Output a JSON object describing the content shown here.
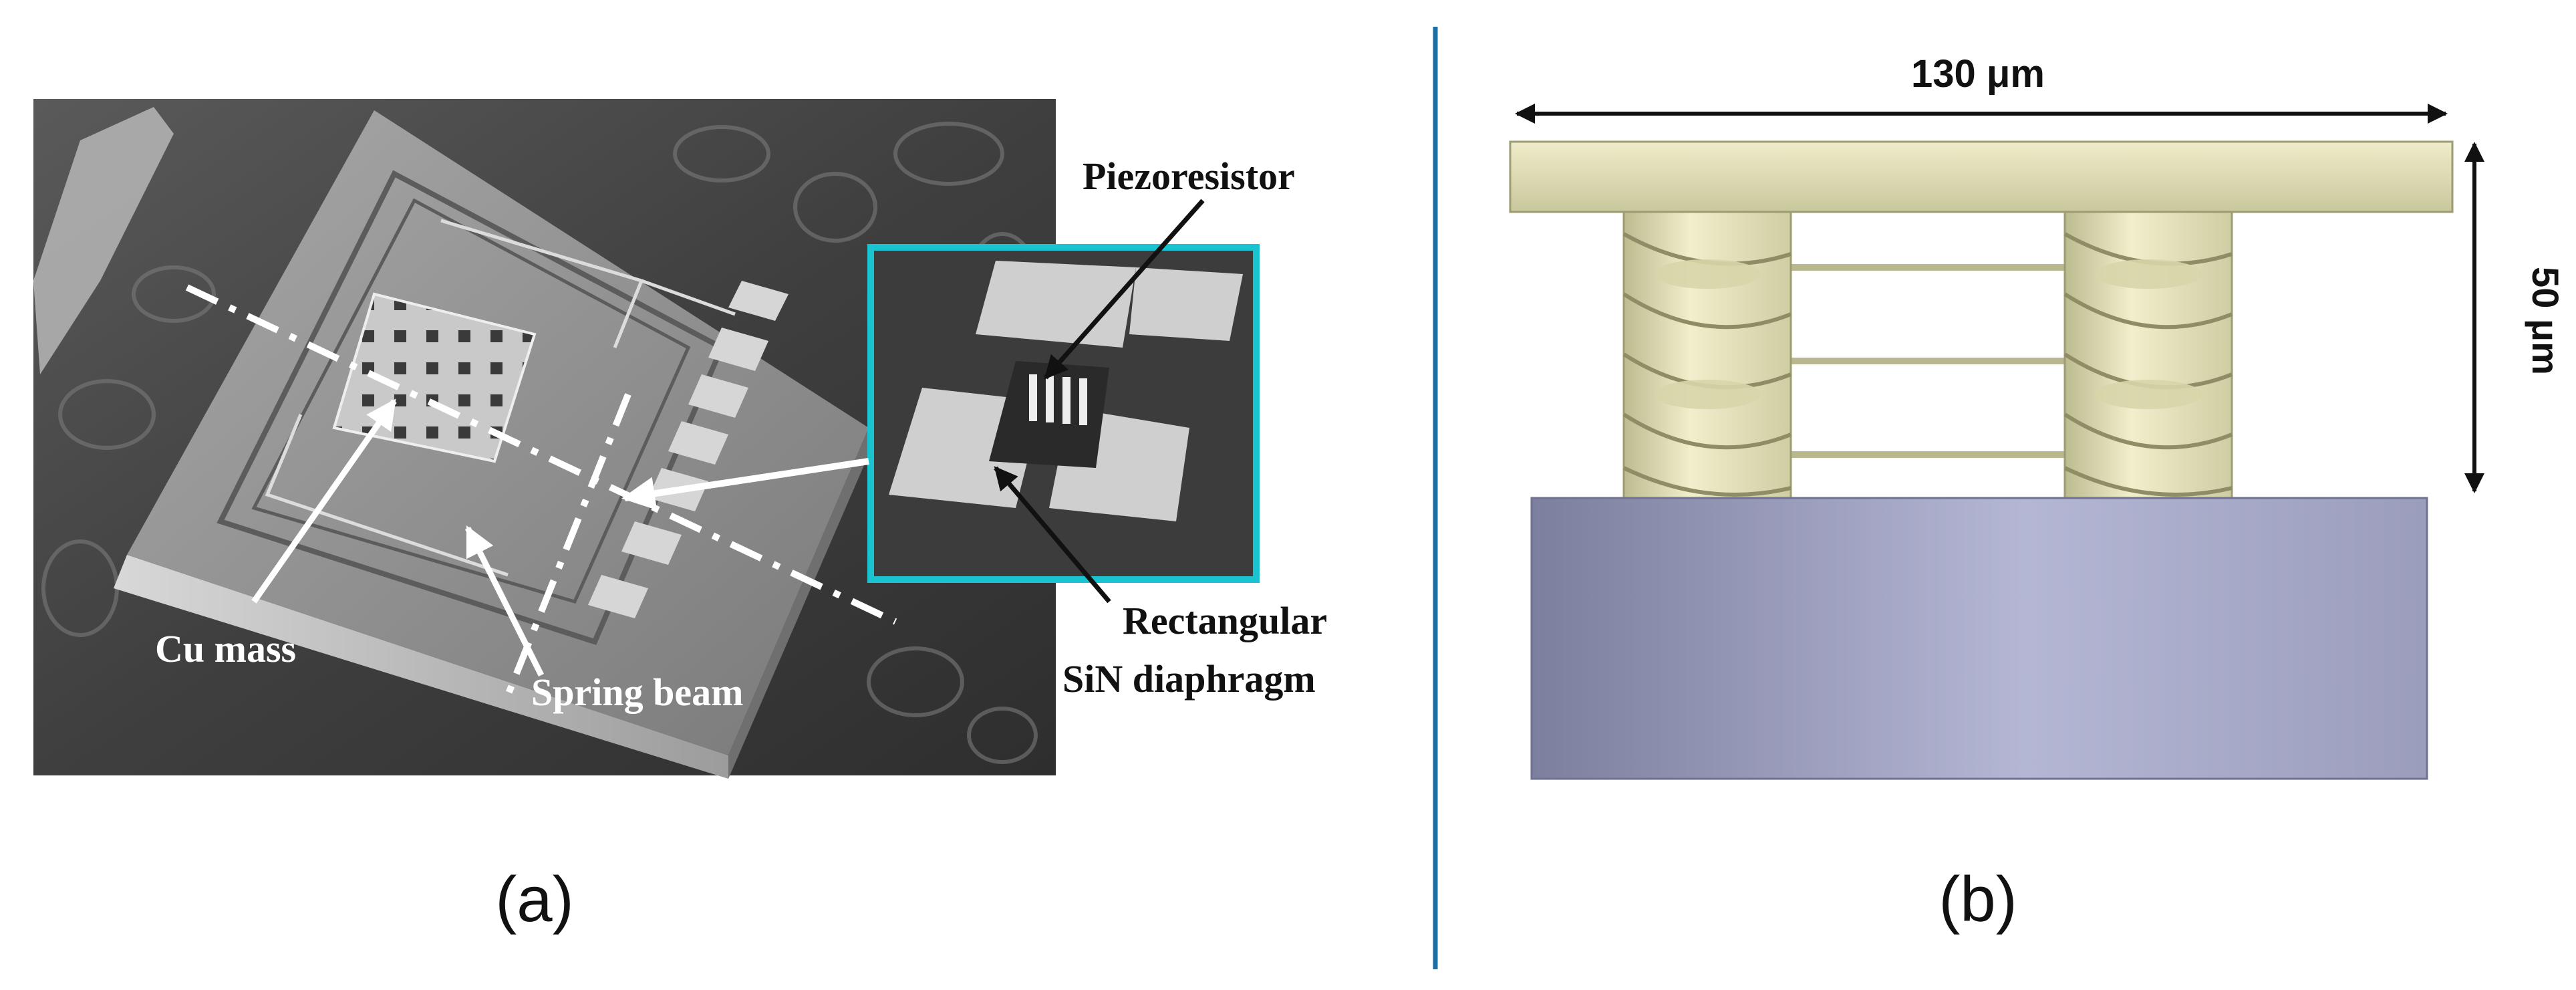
{
  "panel_a": {
    "caption": "(a)",
    "labels": {
      "piezoresistor": "Piezoresistor",
      "rectangular": "Rectangular",
      "sin_diaphragm": "SiN diaphragm",
      "cu_mass": "Cu mass",
      "spring_beam": "Spring beam"
    },
    "inset_border_color": "#19c3cf",
    "divider_color": "#1a6fa6"
  },
  "panel_b": {
    "caption": "(b)",
    "width_dimension": "130 μm",
    "height_dimension": "50 μm",
    "spring_color": "#e9e7bd",
    "base_color": "#a9acc9",
    "top_plate_color": "#e2e0b3"
  }
}
